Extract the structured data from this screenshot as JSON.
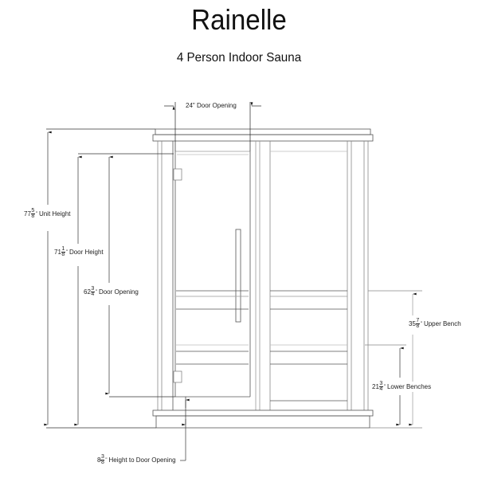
{
  "header": {
    "title": "Rainelle",
    "subtitle": "4 Person Indoor Sauna"
  },
  "dimensions": {
    "door_opening_width": {
      "text": "24\" Door Opening"
    },
    "unit_height": {
      "whole": "77",
      "num": "5",
      "den": "8",
      "inch": "\"",
      "label": "Unit Height"
    },
    "door_height": {
      "whole": "71",
      "num": "1",
      "den": "8",
      "inch": "\"",
      "label": "Door Height"
    },
    "door_opening_height": {
      "whole": "62",
      "num": "3",
      "den": "4",
      "inch": "\"",
      "label": "Door Opening"
    },
    "upper_bench": {
      "whole": "35",
      "num": "7",
      "den": "8",
      "inch": "\"",
      "label": "Upper Bench"
    },
    "lower_benches": {
      "whole": "21",
      "num": "3",
      "den": "4",
      "inch": "\"",
      "label": "Lower Benches"
    },
    "height_to_door_opening": {
      "whole": "8",
      "num": "3",
      "den": "8",
      "inch": "\"",
      "label": "Height to Door Opening"
    }
  },
  "colors": {
    "line_dark": "#333333",
    "line_light": "#9a9a9a",
    "background": "#ffffff"
  }
}
